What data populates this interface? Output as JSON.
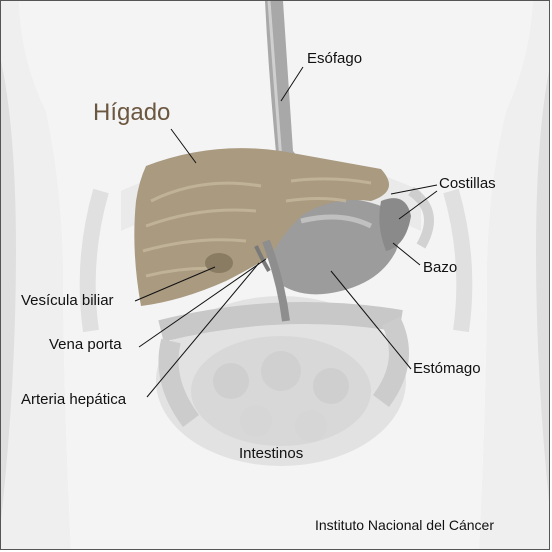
{
  "title": "Hígado",
  "labels": {
    "esofago": "Esófago",
    "costillas": "Costillas",
    "bazo": "Bazo",
    "vesicula": "Vesícula biliar",
    "vena_porta": "Vena porta",
    "arteria": "Arteria hepática",
    "estomago": "Estómago",
    "intestinos": "Intestinos"
  },
  "credit": "Instituto Nacional del Cáncer",
  "colors": {
    "title": "#6b5740",
    "liver": "#a99a80",
    "body": "#d6d6d6",
    "organ": "#9a9a9a"
  }
}
